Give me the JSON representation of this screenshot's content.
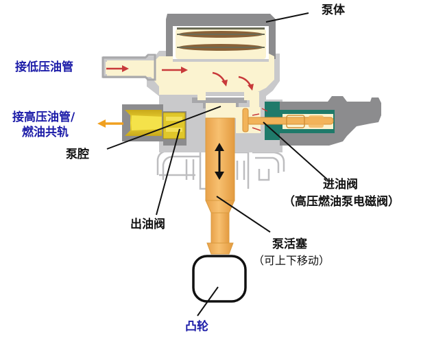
{
  "diagram": {
    "subject": "high-pressure fuel pump cross-section",
    "colors": {
      "background": "#ffffff",
      "housing_gray": "#8c8c8e",
      "housing_light_gray": "#c9c9cb",
      "fuel_cream": "#fbf3d0",
      "plunger_orange": "#f2b35a",
      "plunger_edge": "#d99a3e",
      "outlet_yellow": "#e8cf2a",
      "solenoid_teal": "#1f7a6a",
      "damper_brown": "#8a6238",
      "flow_arrow_red": "#c8393a",
      "output_arrow_orange": "#f0a020",
      "label_blue": "#1c1ca8",
      "label_black": "#111111",
      "leader_line": "#111111"
    },
    "labels": {
      "pump_body": "泵体",
      "low_pressure_inlet": "接低压油管",
      "high_pressure_outlet_line1": "接高压油管/",
      "high_pressure_outlet_line2": "燃油共轨",
      "pump_chamber": "泵腔",
      "inlet_valve": "进油阀",
      "inlet_valve_note": "（高压燃油泵电磁阀）",
      "outlet_valve": "出油阀",
      "plunger": "泵活塞",
      "plunger_note": "（可上下移动）",
      "cam": "凸轮"
    }
  }
}
